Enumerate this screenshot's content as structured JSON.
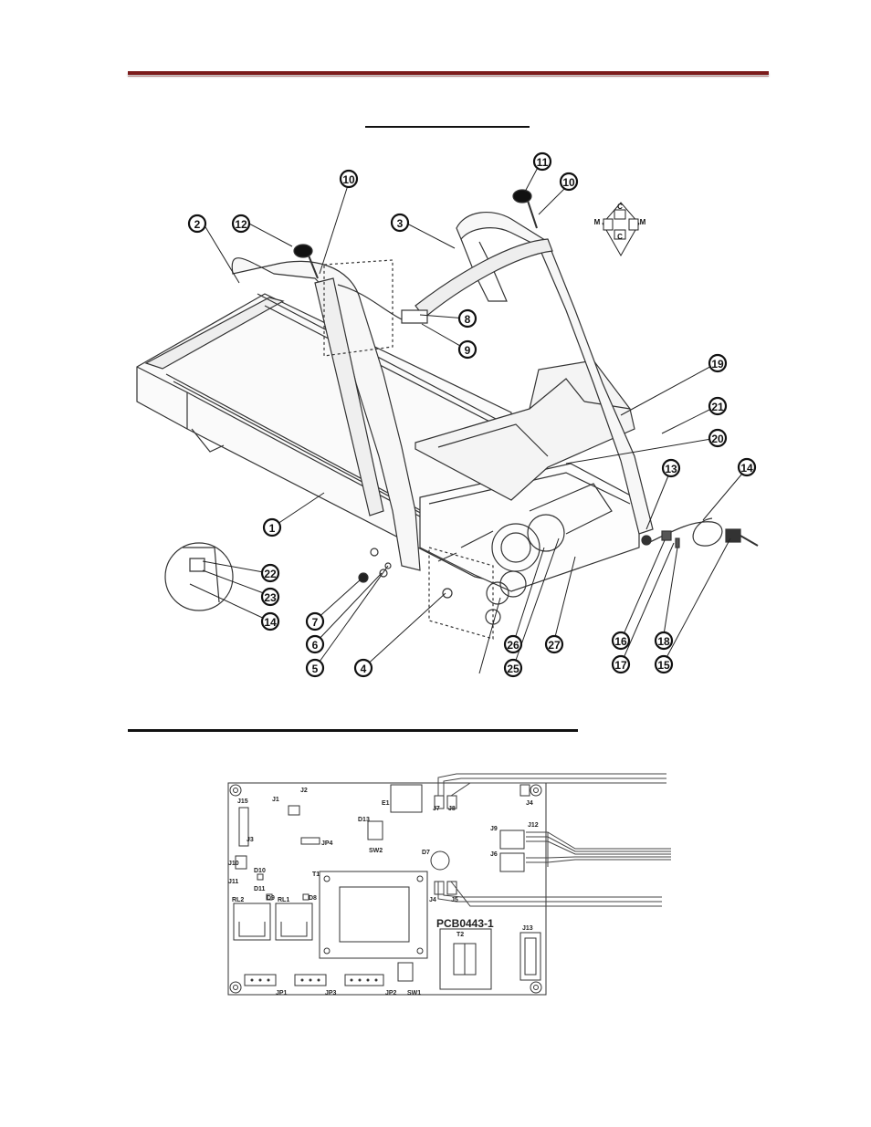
{
  "colors": {
    "rule": "#7b1b1b",
    "line": "#222222",
    "bg": "#ffffff"
  },
  "legend": {
    "c_top": "C",
    "c_bottom": "C",
    "m_left": "M",
    "m_right": "M"
  },
  "callouts": [
    "1",
    "2",
    "3",
    "4",
    "5",
    "6",
    "7",
    "8",
    "9",
    "10",
    "10",
    "11",
    "12",
    "13",
    "14",
    "15",
    "16",
    "17",
    "18",
    "19",
    "20",
    "21",
    "22",
    "23",
    "14",
    "25",
    "26",
    "27"
  ],
  "pcb": {
    "board_name": "PCB0443-1",
    "labels": [
      "J15",
      "J1",
      "J2",
      "E1",
      "J7",
      "J8",
      "J4",
      "J3",
      "JP4",
      "D13",
      "SW2",
      "D7",
      "J9",
      "J12",
      "J6",
      "J10",
      "J11",
      "D10",
      "D11",
      "D9",
      "D8",
      "T1",
      "RL2",
      "RL1",
      "J4",
      "J5",
      "T2",
      "J13",
      "JP1",
      "JP3",
      "JP2",
      "SW1"
    ]
  }
}
